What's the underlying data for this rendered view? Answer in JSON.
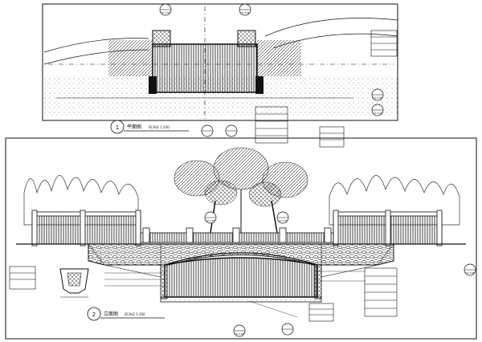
{
  "plan": {
    "title": "平面图",
    "scale": "SCALE 1:100",
    "index_no": "1",
    "callouts": [
      "LD-3.03",
      "LD-3.04",
      "LD-3.05",
      "LD-3.06"
    ]
  },
  "elevation": {
    "title": "立面图",
    "scale": "SCALE 1:100",
    "index_no": "2",
    "callouts": [
      "LD-3.03",
      "LD-3.07",
      "LD-3.08",
      "LD-3.09"
    ]
  },
  "colors": {
    "line": "#111111",
    "hatch": "#222222",
    "tree": "#333333",
    "paper": "#ffffff"
  }
}
